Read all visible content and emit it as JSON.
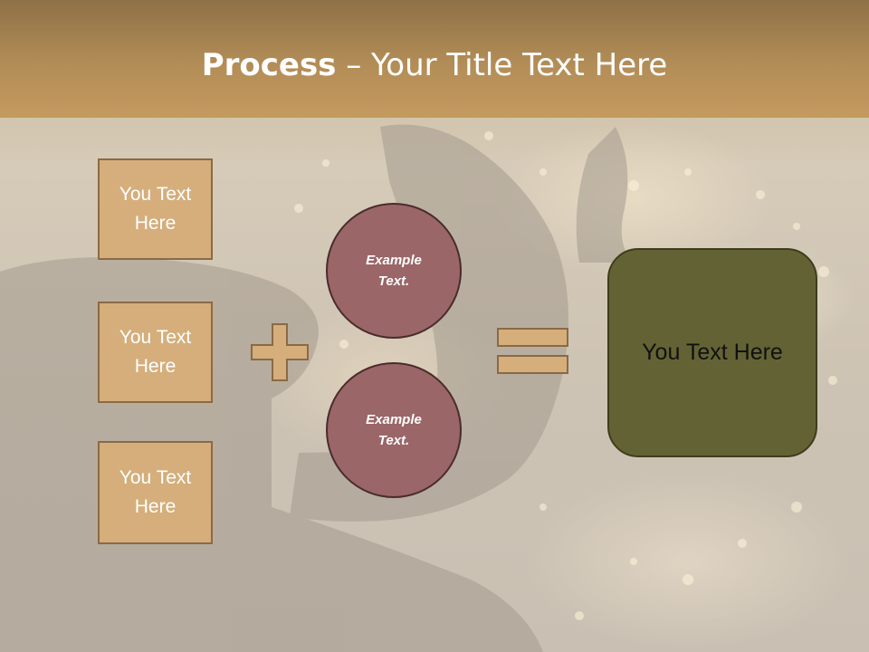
{
  "slide": {
    "title_bold": "Process",
    "title_rest": " – Your Title Text Here"
  },
  "left_boxes": [
    {
      "label": "You Text Here"
    },
    {
      "label": "You Text Here"
    },
    {
      "label": "You Text Here"
    }
  ],
  "circles": [
    {
      "label": "Example Text."
    },
    {
      "label": "Example Text."
    }
  ],
  "operators": {
    "plus_icon": "plus-icon",
    "equals_icon": "equals-icon"
  },
  "result_box": {
    "label": "You Text Here"
  },
  "colors": {
    "title_band": "#b38d57",
    "box_fill": "#d5ae7b",
    "box_border": "#8a6a45",
    "circle_fill": "#9a6668",
    "circle_border": "#4a2c2c",
    "result_fill": "#636234",
    "operator_fill": "#d5ae7b"
  }
}
